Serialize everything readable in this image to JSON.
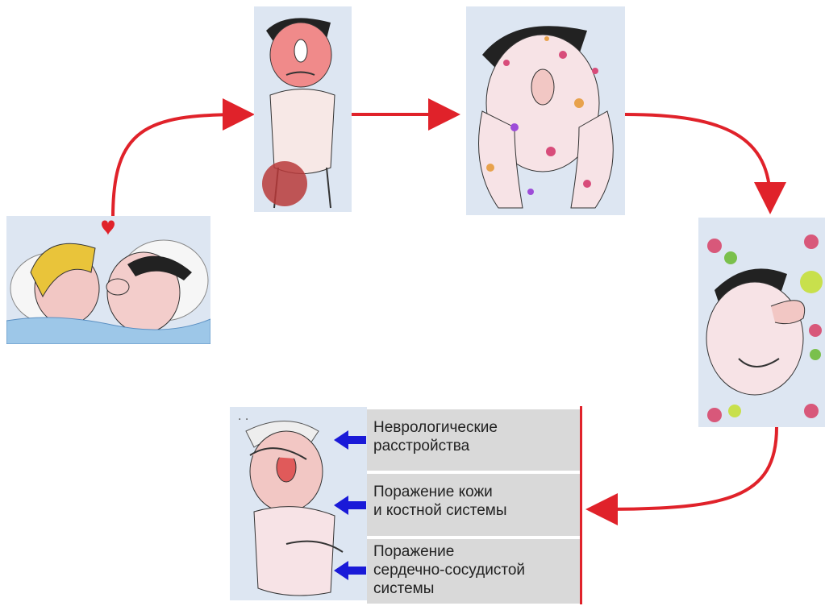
{
  "diagram": {
    "panels": [
      {
        "id": "kiss",
        "depicts": "couple-kissing-in-bed"
      },
      {
        "id": "ulcer",
        "depicts": "man-with-red-sore"
      },
      {
        "id": "rash",
        "depicts": "man-covered-with-rash"
      },
      {
        "id": "latent",
        "depicts": "man-smelling-flowers"
      },
      {
        "id": "late",
        "depicts": "sick-man-holding-head"
      }
    ],
    "consequences": [
      {
        "lines": [
          "Неврологические",
          "расстройства"
        ]
      },
      {
        "lines": [
          "Поражение кожи",
          "и костной системы"
        ]
      },
      {
        "lines": [
          "Поражение",
          "сердечно-сосудистой",
          "системы"
        ]
      }
    ],
    "colors": {
      "arrow": "#e0222a",
      "pointer_arrow": "#1a1ad8",
      "panel_bg": "#dde6f2",
      "box_bg": "#d9d9d9"
    }
  }
}
